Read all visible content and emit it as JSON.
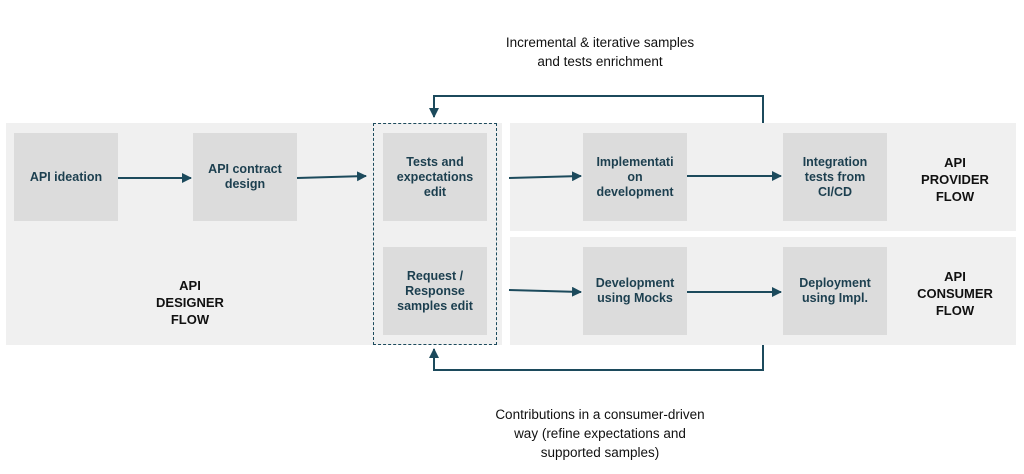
{
  "top_note": "Incremental & iterative samples\nand tests enrichment",
  "bottom_note": "Contributions in a consumer-driven\nway (refine expectations and\nsupported samples)",
  "designer": {
    "flow_label": "API\nDESIGNER\nFLOW",
    "ideation": "API ideation",
    "contract": "API contract design"
  },
  "middle": {
    "tests": "Tests and expectations edit",
    "samples": "Request / Response samples edit"
  },
  "provider": {
    "flow_label": "API\nPROVIDER\nFLOW",
    "implementation": "Implementati on development",
    "integration": "Integration tests from CI/CD"
  },
  "consumer": {
    "flow_label": "API\nCONSUMER\nFLOW",
    "mocks": "Development using Mocks",
    "deployment": "Deployment using Impl."
  },
  "colors": {
    "arrow": "#1c4a5c",
    "panel": "#f0f0f0",
    "box": "#dcdcdc",
    "text": "#1c3f4f"
  }
}
